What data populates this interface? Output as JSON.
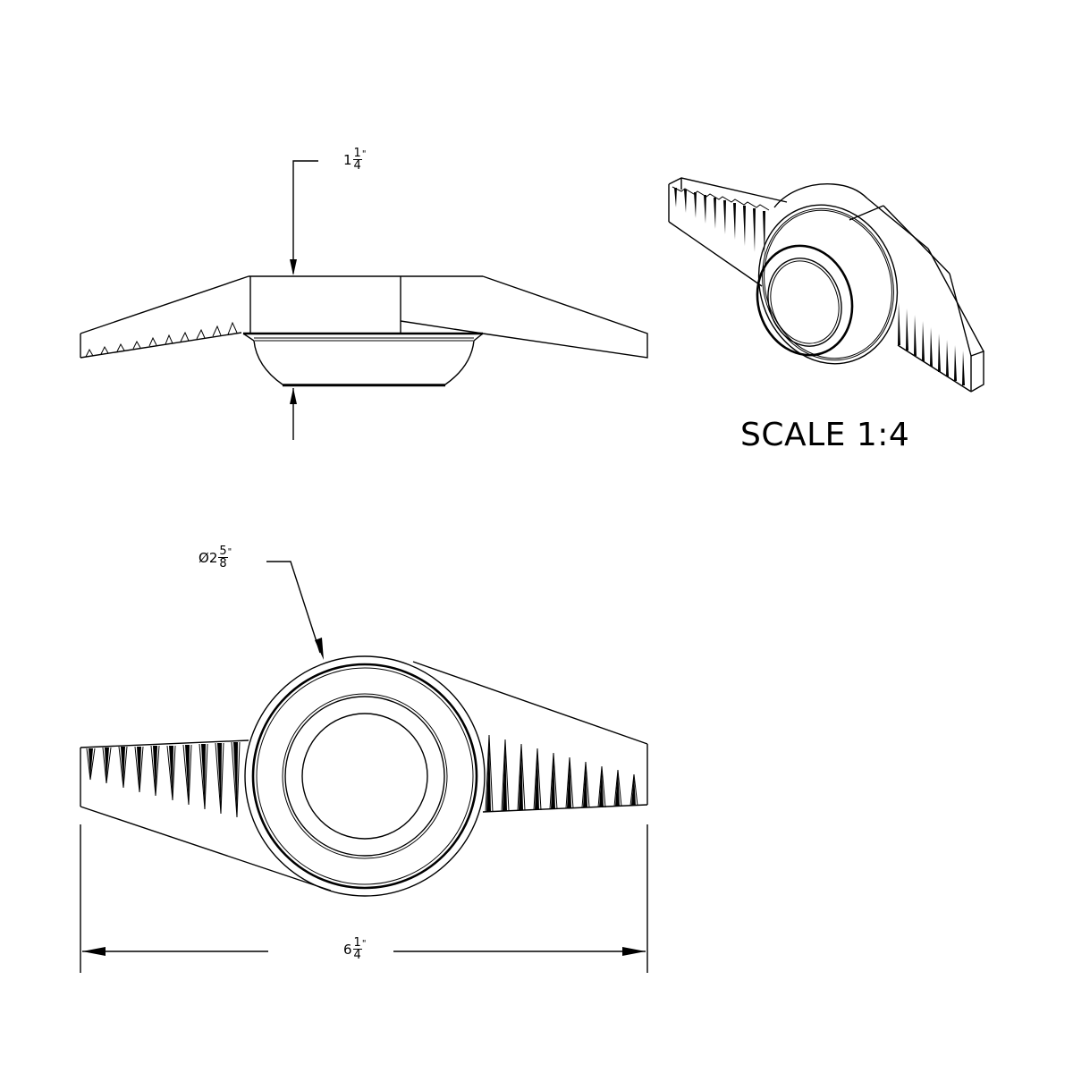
{
  "drawing": {
    "type": "technical-drawing",
    "subject": "wing knock-off spinner cap",
    "units": "inches",
    "views": [
      {
        "name": "side-view",
        "label": "front elevation"
      },
      {
        "name": "bottom-view",
        "label": "plan view"
      },
      {
        "name": "isometric-view",
        "label": "isometric"
      }
    ]
  },
  "dimensions": {
    "height": {
      "symbol": "",
      "whole": "1",
      "numerator": "1",
      "denominator": "4",
      "unit": "\"",
      "value_in": 1.25
    },
    "diameter": {
      "symbol": "Ø",
      "whole": "2",
      "numerator": "5",
      "denominator": "8",
      "unit": "\"",
      "value_in": 2.625
    },
    "overall_width": {
      "symbol": "",
      "whole": "6",
      "numerator": "1",
      "denominator": "4",
      "unit": "\"",
      "value_in": 6.25
    }
  },
  "scale": {
    "label": "SCALE 1:4"
  },
  "colors": {
    "line": "#000000",
    "background": "#ffffff"
  }
}
